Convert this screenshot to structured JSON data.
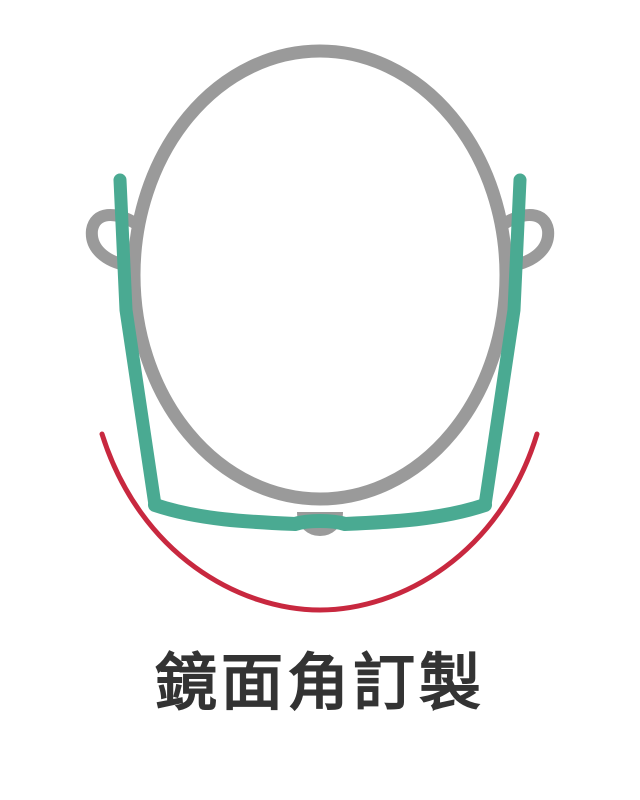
{
  "caption": "鏡面角訂製",
  "colors": {
    "head_outline": "#9a9a9a",
    "glasses_frame": "#4aaa92",
    "wrap_curve": "#c8283f",
    "caption_text": "#333333"
  },
  "icons": [
    "head-outline",
    "glasses-frame",
    "face-wrap-curve"
  ]
}
